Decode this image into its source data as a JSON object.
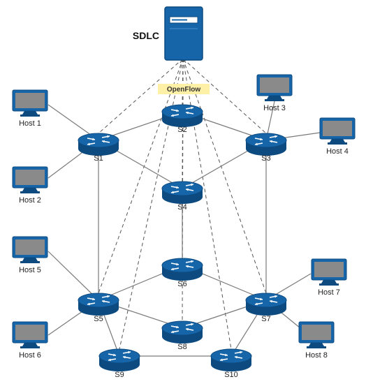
{
  "controller": {
    "label": "SDLC"
  },
  "protocol": {
    "label": "OpenFlow"
  },
  "colors": {
    "device": "#1565a8",
    "device_dark": "#0d4a80",
    "screen": "#8a8a8a",
    "protocol_bg": "#fff0a8",
    "link": "#7a7a7a",
    "control_link": "#555555"
  },
  "switches": [
    {
      "id": "S1",
      "label": "S1"
    },
    {
      "id": "S2",
      "label": "S2"
    },
    {
      "id": "S3",
      "label": "S3"
    },
    {
      "id": "S4",
      "label": "S4"
    },
    {
      "id": "S5",
      "label": "S5"
    },
    {
      "id": "S6",
      "label": "S6"
    },
    {
      "id": "S7",
      "label": "S7"
    },
    {
      "id": "S8",
      "label": "S8"
    },
    {
      "id": "S9",
      "label": "S9"
    },
    {
      "id": "S10",
      "label": "S10"
    }
  ],
  "hosts": [
    {
      "id": "H1",
      "label": "Host 1",
      "switch": "S1"
    },
    {
      "id": "H2",
      "label": "Host 2",
      "switch": "S1"
    },
    {
      "id": "H3",
      "label": "Host 3",
      "switch": "S3"
    },
    {
      "id": "H4",
      "label": "Host 4",
      "switch": "S3"
    },
    {
      "id": "H5",
      "label": "Host 5",
      "switch": "S5"
    },
    {
      "id": "H6",
      "label": "Host 6",
      "switch": "S5"
    },
    {
      "id": "H7",
      "label": "Host 7",
      "switch": "S7"
    },
    {
      "id": "H8",
      "label": "Host 8",
      "switch": "S7"
    }
  ],
  "links": [
    [
      "S1",
      "S2"
    ],
    [
      "S2",
      "S3"
    ],
    [
      "S1",
      "S4"
    ],
    [
      "S3",
      "S4"
    ],
    [
      "S1",
      "S5"
    ],
    [
      "S3",
      "S7"
    ],
    [
      "S4",
      "S6"
    ],
    [
      "S5",
      "S6"
    ],
    [
      "S6",
      "S7"
    ],
    [
      "S5",
      "S8"
    ],
    [
      "S8",
      "S7"
    ],
    [
      "S5",
      "S9"
    ],
    [
      "S9",
      "S10"
    ],
    [
      "S10",
      "S7"
    ]
  ],
  "control_links": [
    "S1",
    "S2",
    "S3",
    "S4",
    "S5",
    "S6",
    "S7",
    "S8",
    "S9",
    "S10"
  ]
}
